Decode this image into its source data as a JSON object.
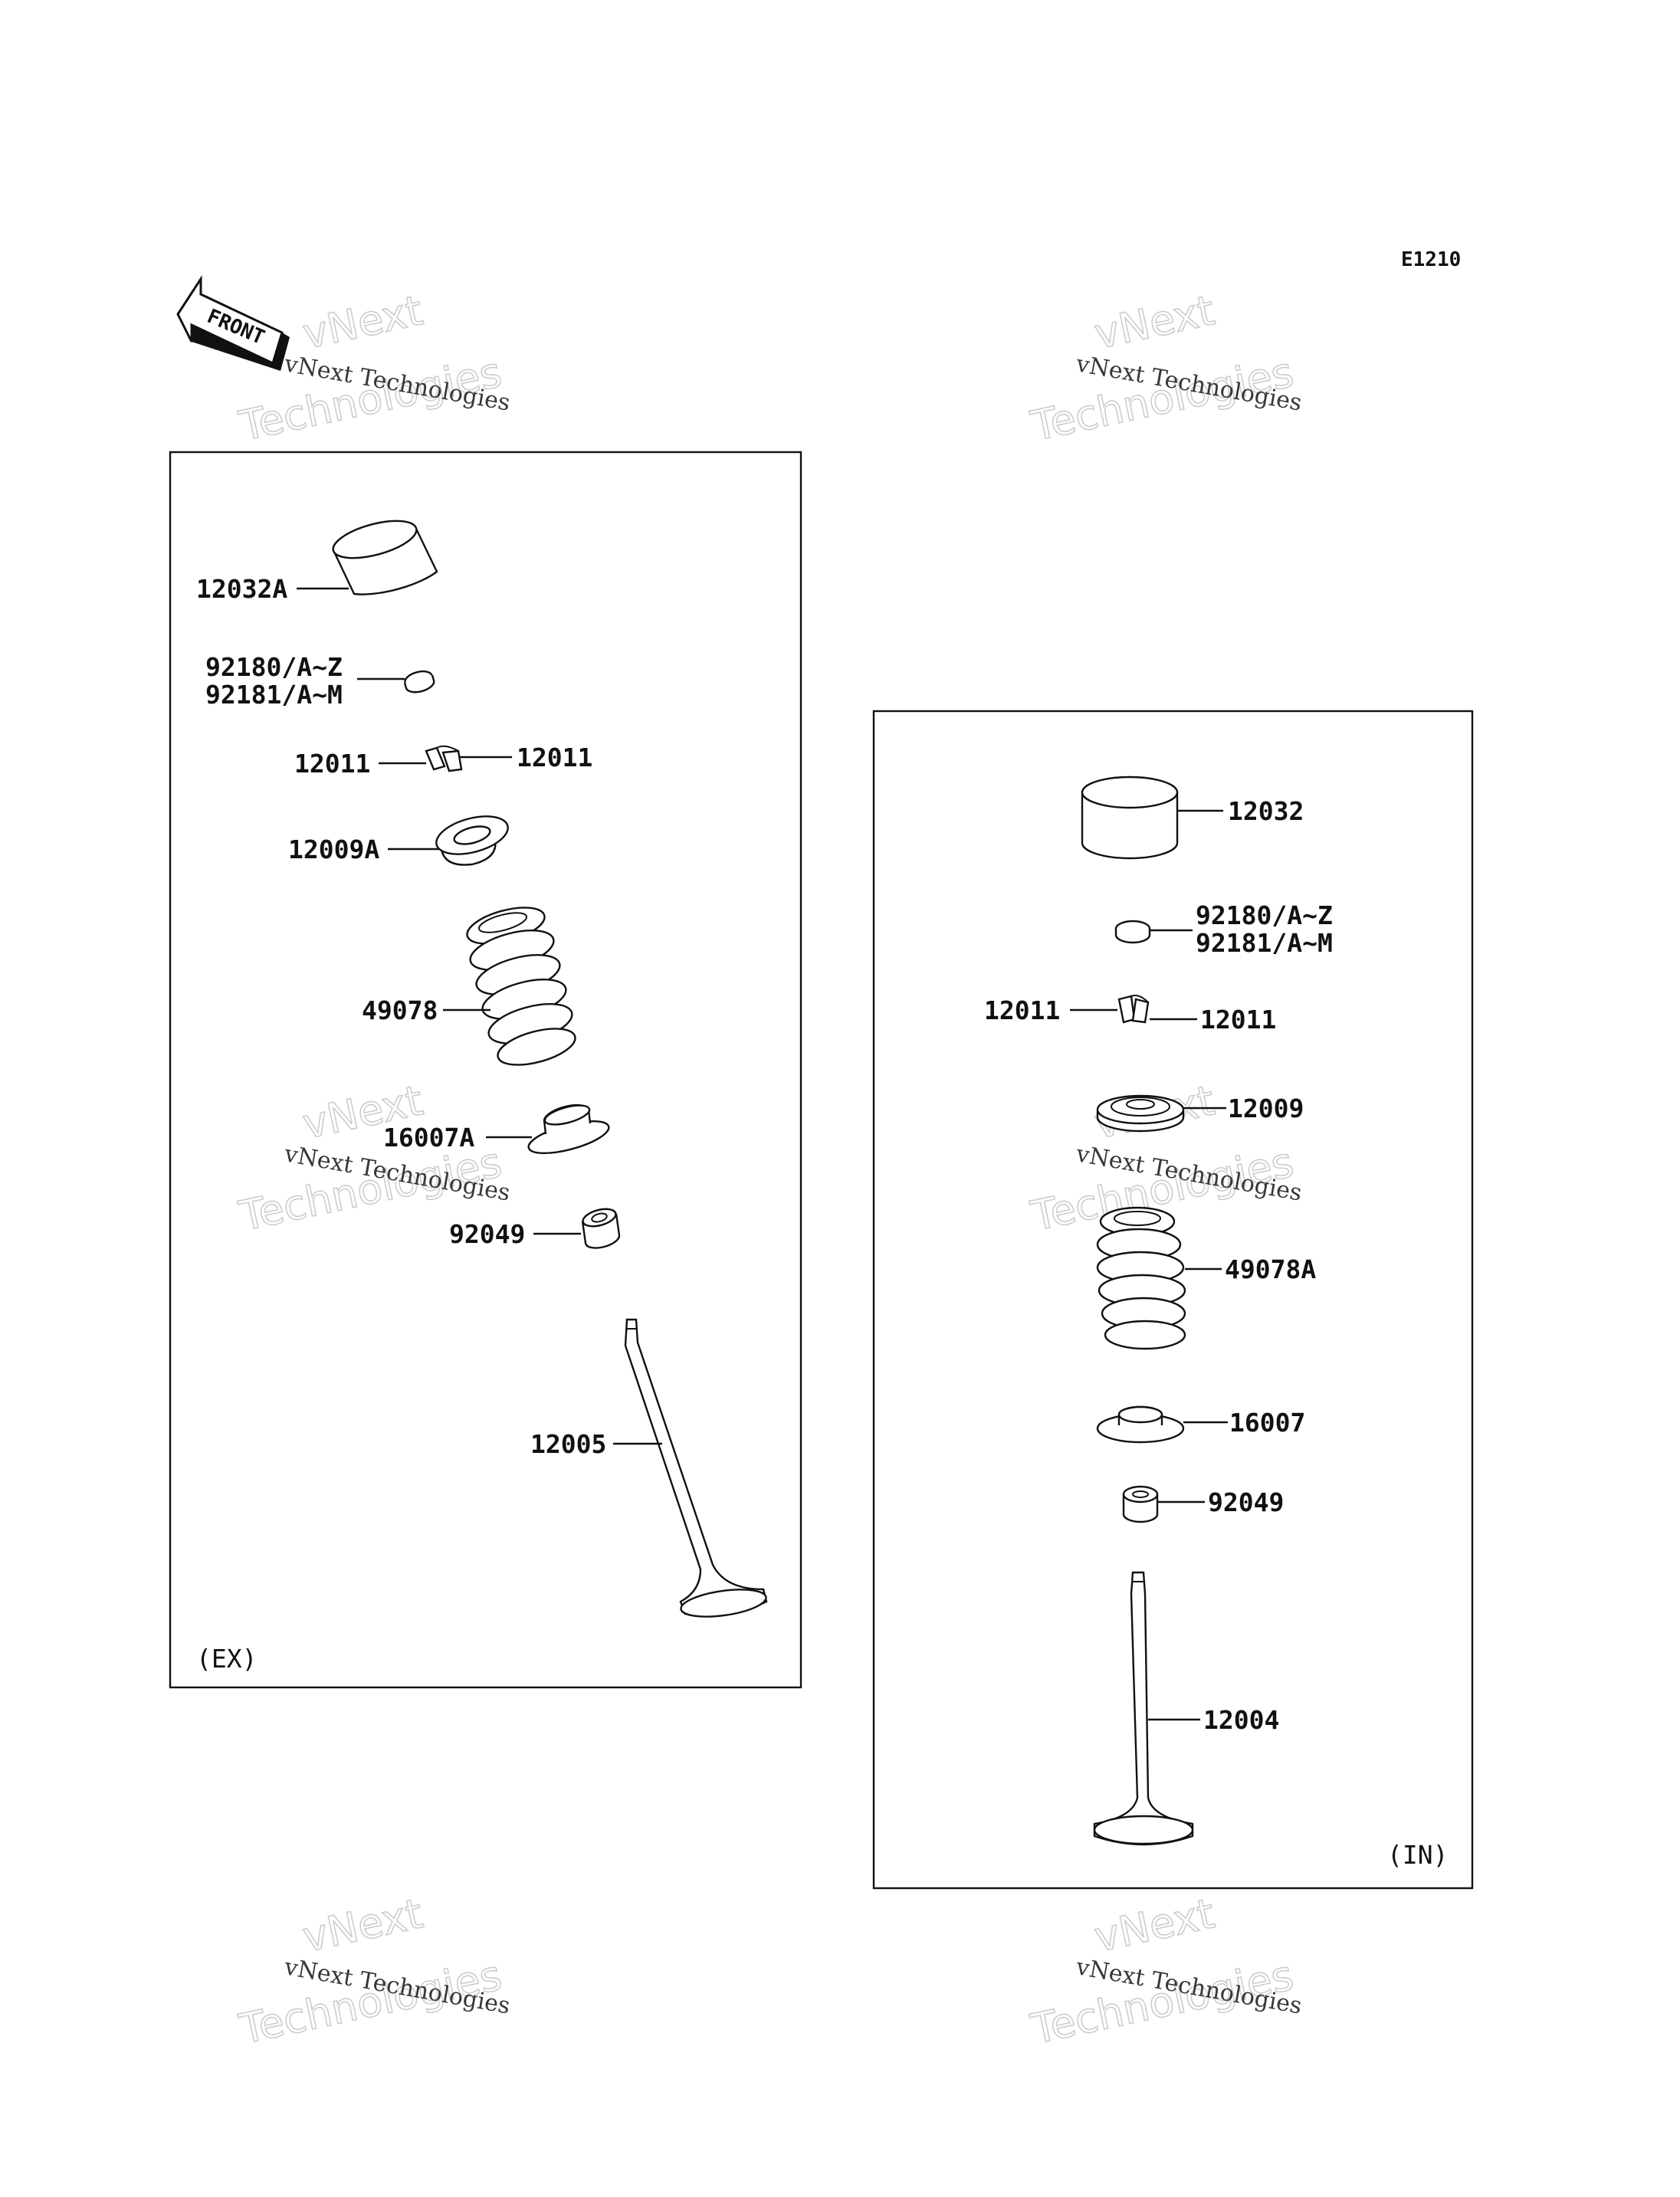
{
  "diagram_code": "E1210",
  "front_arrow": {
    "label": "FRONT",
    "icon": "front-arrow-icon"
  },
  "watermark": {
    "line_large_top": "vNext",
    "line_large_bottom": "Technologies",
    "line_small": "vNext Technologies"
  },
  "exhaust": {
    "section_label": "(EX)",
    "parts": [
      {
        "id": "12032A",
        "name": "lifter"
      },
      {
        "id": "92180/A~Z",
        "name": "shim"
      },
      {
        "id": "92181/A~M",
        "name": "shim"
      },
      {
        "id": "12011",
        "name": "cotter"
      },
      {
        "id": "12011",
        "name": "cotter"
      },
      {
        "id": "12009A",
        "name": "retainer"
      },
      {
        "id": "49078",
        "name": "spring"
      },
      {
        "id": "16007A",
        "name": "spring-seat"
      },
      {
        "id": "92049",
        "name": "oil-seal"
      },
      {
        "id": "12005",
        "name": "valve"
      }
    ]
  },
  "intake": {
    "section_label": "(IN)",
    "parts": [
      {
        "id": "12032",
        "name": "lifter"
      },
      {
        "id": "92180/A~Z",
        "name": "shim"
      },
      {
        "id": "92181/A~M",
        "name": "shim"
      },
      {
        "id": "12011",
        "name": "cotter"
      },
      {
        "id": "12011",
        "name": "cotter"
      },
      {
        "id": "12009",
        "name": "retainer"
      },
      {
        "id": "49078A",
        "name": "spring"
      },
      {
        "id": "16007",
        "name": "spring-seat"
      },
      {
        "id": "92049",
        "name": "oil-seal"
      },
      {
        "id": "12004",
        "name": "valve"
      }
    ]
  }
}
